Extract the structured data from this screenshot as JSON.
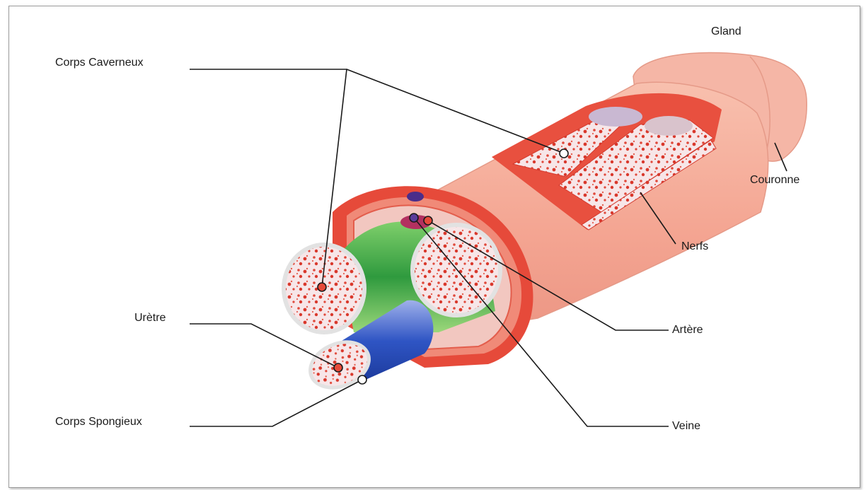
{
  "labels": {
    "gland": "Gland",
    "corps_caverneux": "Corps Caverneux",
    "couronne": "Couronne",
    "nerfs": "Nerfs",
    "uretre": "Urètre",
    "artere": "Artère",
    "corps_spongieux": "Corps Spongieux",
    "veine": "Veine"
  },
  "colors": {
    "skin": "#f6b1a0",
    "tissue_red": "#e64a3a",
    "spongy_fill": "#f7e8ea",
    "fascia_green": "#4fa84a",
    "urethra_blue": "#3d62c8",
    "vein_purple": "#5a3c9a",
    "line": "#1a1a1a"
  }
}
